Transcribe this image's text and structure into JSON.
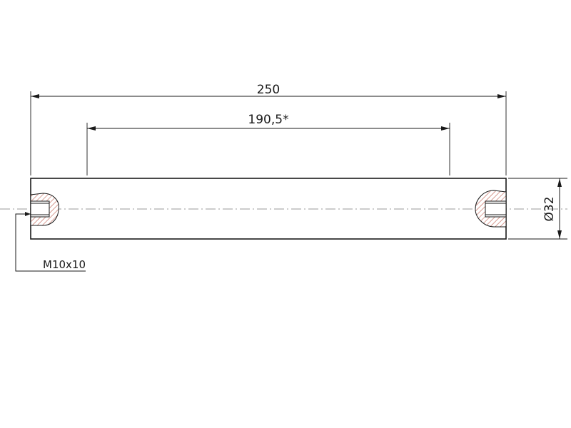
{
  "drawing": {
    "overall_length": "250",
    "inner_length": "190,5*",
    "diameter": "Ø32",
    "thread_note": "M10x10"
  },
  "colors": {
    "line": "#1a1a1a",
    "centerline": "#9a9a9a",
    "hatch": "#c06050"
  }
}
